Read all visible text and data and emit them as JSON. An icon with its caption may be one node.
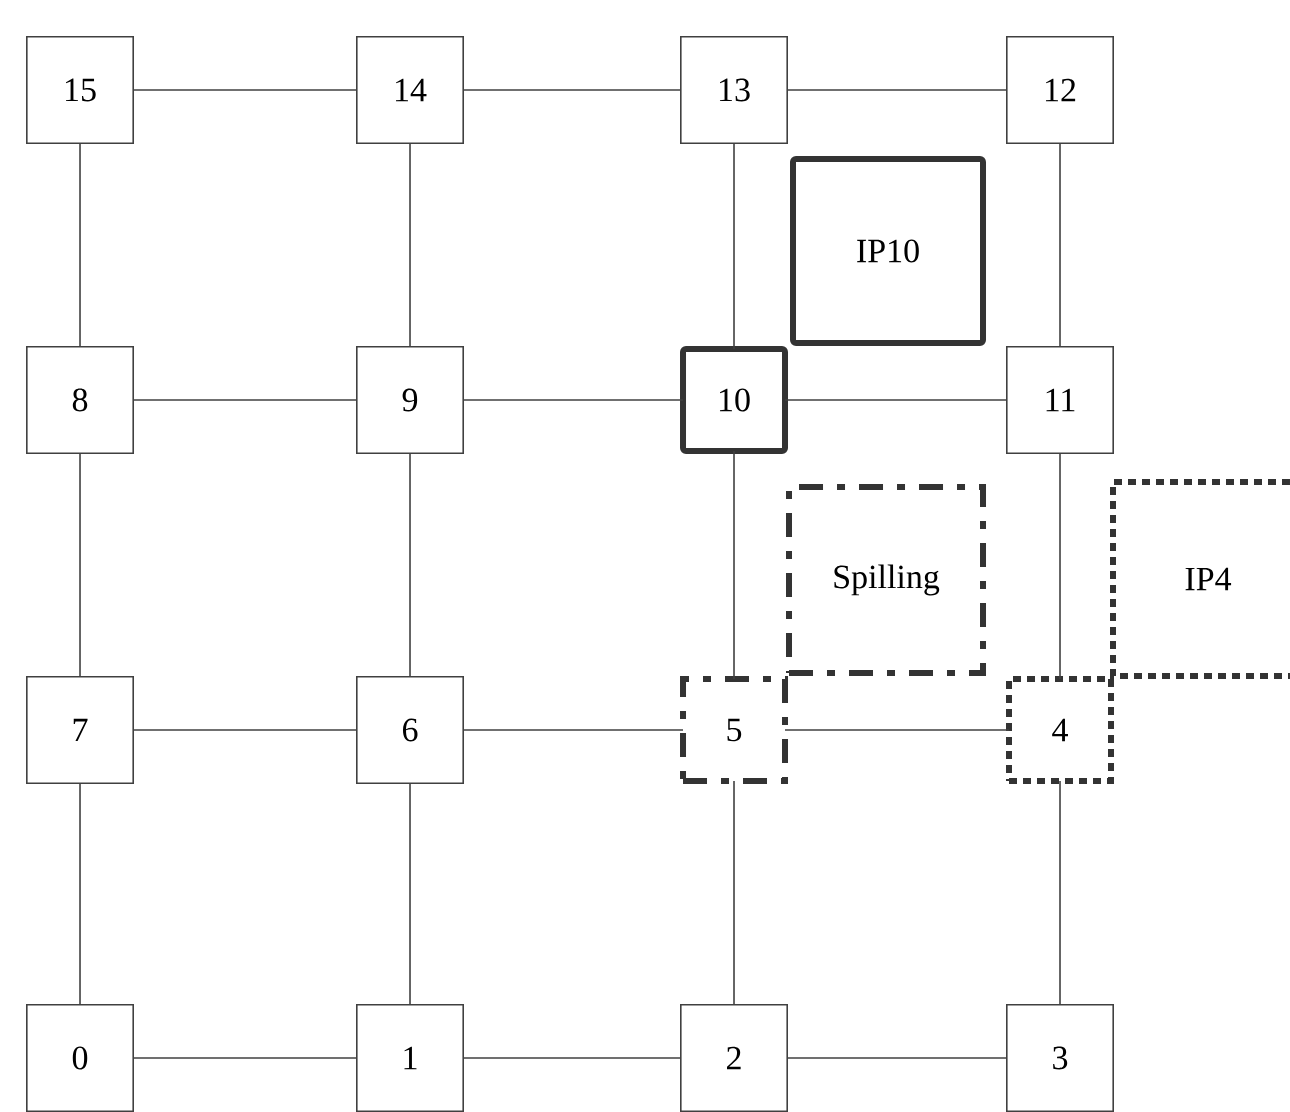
{
  "diagram": {
    "nodes": [
      {
        "text": [
          "15"
        ]
      },
      {
        "text": [
          "14"
        ]
      },
      {
        "text": [
          "13"
        ]
      },
      {
        "text": [
          "12"
        ]
      },
      {
        "text": [
          "IP10"
        ]
      },
      {
        "text": [
          "8"
        ]
      },
      {
        "text": [
          "9"
        ]
      },
      {
        "text": [
          "10"
        ]
      },
      {
        "text": [
          "11"
        ]
      },
      {
        "text": [
          "Spilling"
        ]
      },
      {
        "text": [
          "IP4"
        ]
      },
      {
        "text": [
          "7"
        ]
      },
      {
        "text": [
          "6"
        ]
      },
      {
        "text": [
          "5"
        ]
      },
      {
        "text": [
          "4"
        ]
      },
      {
        "text": [
          "0"
        ]
      },
      {
        "text": [
          "1"
        ]
      },
      {
        "text": [
          "2"
        ]
      },
      {
        "text": [
          "3"
        ]
      }
    ],
    "edges": [
      {
        "from": 0,
        "to": 1,
        "arrow": "none"
      },
      {
        "from": 1,
        "to": 2,
        "arrow": "none"
      },
      {
        "from": 2,
        "to": 3,
        "arrow": "none"
      },
      {
        "from": 5,
        "to": 6,
        "arrow": "none"
      },
      {
        "from": 6,
        "to": 7,
        "arrow": "none"
      },
      {
        "from": 7,
        "to": 8,
        "arrow": "none"
      },
      {
        "from": 11,
        "to": 12,
        "arrow": "none"
      },
      {
        "from": 12,
        "to": 13,
        "arrow": "none"
      },
      {
        "from": 13,
        "to": 14,
        "arrow": "none"
      },
      {
        "from": 15,
        "to": 16,
        "arrow": "none"
      },
      {
        "from": 16,
        "to": 17,
        "arrow": "none"
      },
      {
        "from": 17,
        "to": 18,
        "arrow": "none"
      },
      {
        "from": 0,
        "to": 5,
        "arrow": "none"
      },
      {
        "from": 5,
        "to": 11,
        "arrow": "none"
      },
      {
        "from": 11,
        "to": 15,
        "arrow": "none"
      },
      {
        "from": 1,
        "to": 6,
        "arrow": "none"
      },
      {
        "from": 6,
        "to": 12,
        "arrow": "none"
      },
      {
        "from": 12,
        "to": 16,
        "arrow": "none"
      },
      {
        "from": 2,
        "to": 7,
        "arrow": "none"
      },
      {
        "from": 7,
        "to": 13,
        "arrow": "none"
      },
      {
        "from": 13,
        "to": 17,
        "arrow": "none"
      },
      {
        "from": 3,
        "to": 8,
        "arrow": "none"
      },
      {
        "from": 8,
        "to": 14,
        "arrow": "none"
      },
      {
        "from": 14,
        "to": 18,
        "arrow": "none"
      }
    ]
  }
}
